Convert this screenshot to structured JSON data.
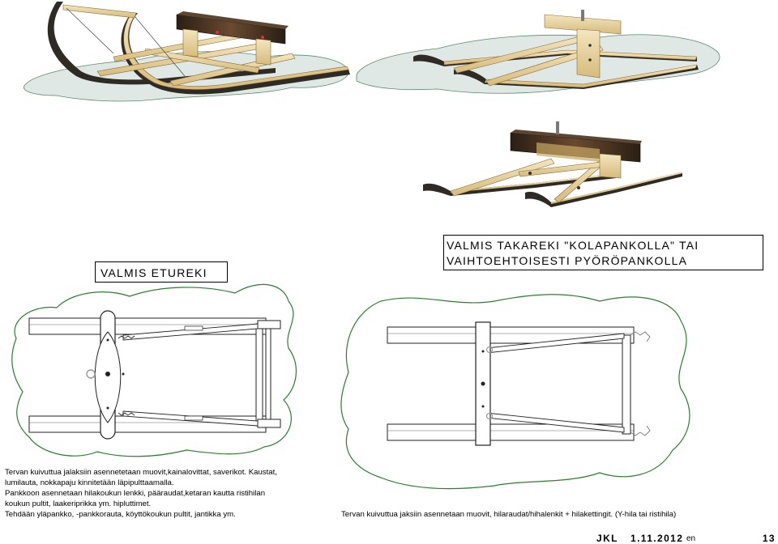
{
  "labels": {
    "front": "VALMIS ETUREKI",
    "rear_line1": "VALMIS TAKAREKI \"KOLAPANKOLLA\" TAI",
    "rear_line2": "VAIHTOEHTOISESTI PYÖRÖPANKOLLA"
  },
  "notes": {
    "front": "Tervan kuivuttua jalaksiin asennetetaan muovit,kainalovittat, saverikot. Kaustat,\nlumilauta, nokkapaju kinnitetään läpipulttaamalla.\nPankkoon asennetaan hilakoukun lenkki, pääraudat,ketaran kautta ristihilan\nkoukun pultit, laakeriprikka ym. hipluttimet.\nTehdään yläpankko, -pankkorauta, köyttökoukun pultit, jantikka ym.",
    "rear": "Tervan kuivuttua jaksiin asennetaan muovit, hilaraudat/hihalenkit + hilakettingit. (Y-hila tai ristihila)"
  },
  "footer": {
    "author": "JKL",
    "date": "1.11.2012",
    "lang": "en",
    "page": "13"
  },
  "colors": {
    "wood": "#ead9a8",
    "wood_dark": "#c8a862",
    "runner": "#2f2a24",
    "shadow": "#dfe8e4",
    "bank": "#3a2b1e"
  }
}
